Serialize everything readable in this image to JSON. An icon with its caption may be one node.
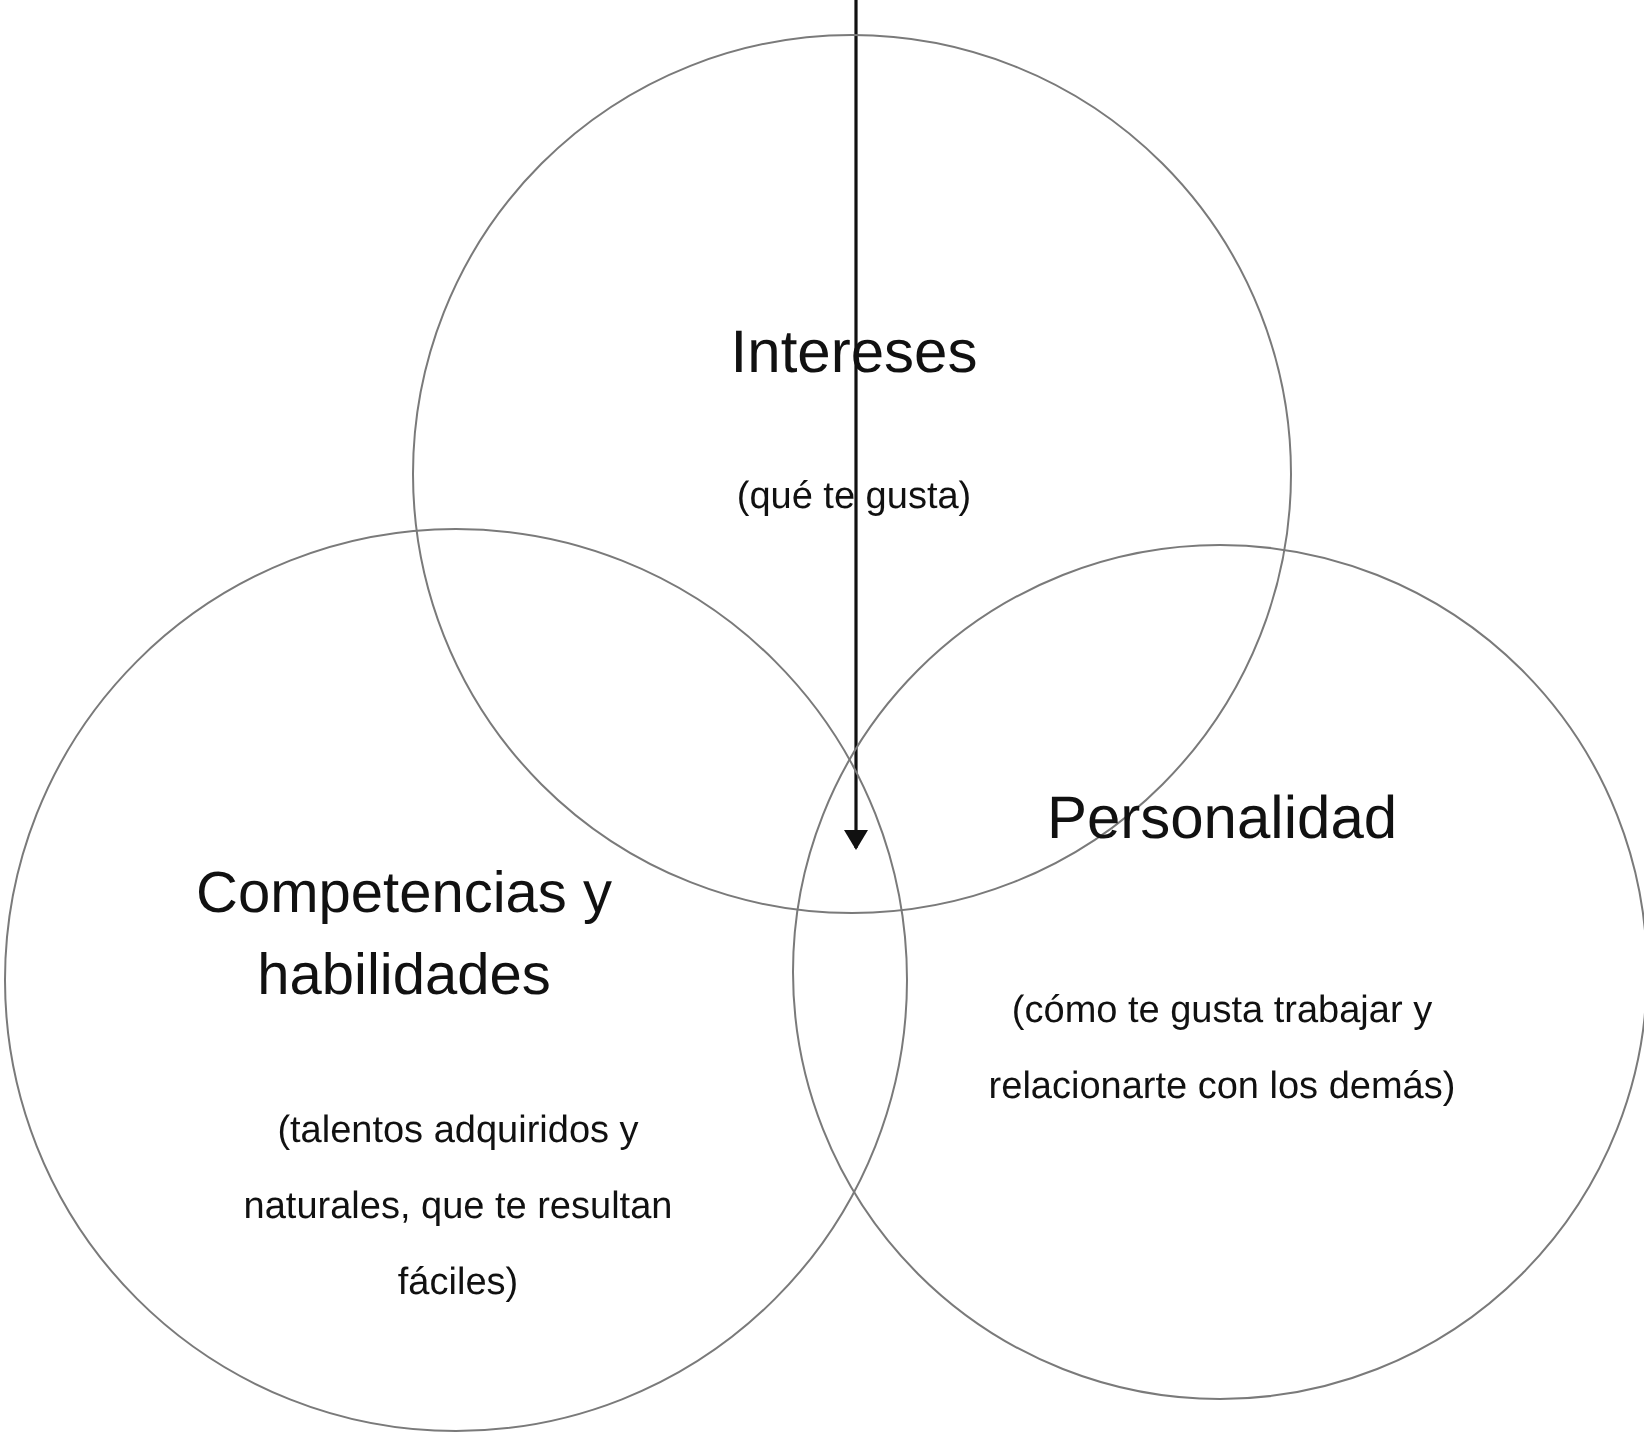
{
  "diagram": {
    "nodes": [
      {
        "text": [
          "Intereses",
          "(qué te gusta)"
        ]
      },
      {
        "text": [
          "Competencias y habilidades",
          "(talentos adquiridos y naturales, que te resultan fáciles)"
        ]
      },
      {
        "text": [
          "Personalidad",
          "(cómo te gusta trabajar y relacionarte con los demás)"
        ]
      }
    ]
  }
}
